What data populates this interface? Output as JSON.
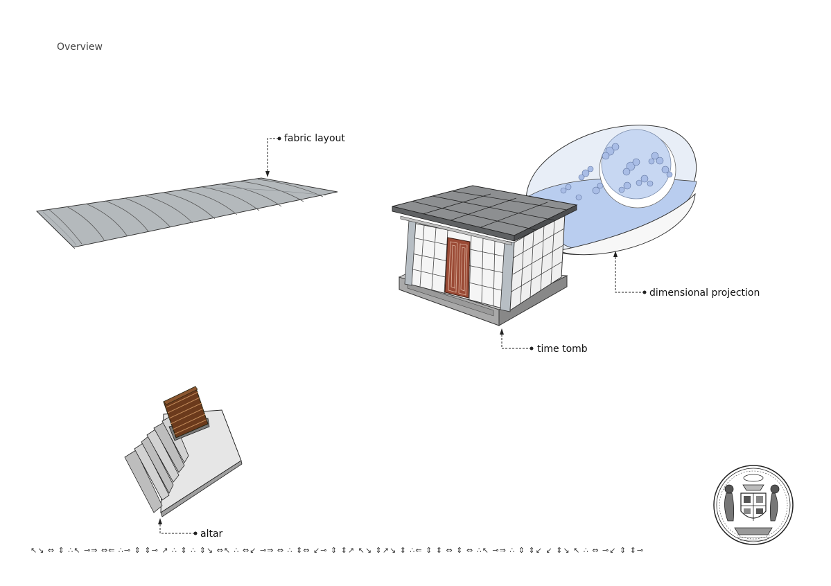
{
  "page": {
    "title": "Overview"
  },
  "labels": {
    "fabric_layout": "fabric layout",
    "dimensional_projection": "dimensional projection",
    "time_tomb": "time tomb",
    "altar": "altar"
  },
  "footer": {
    "ornament": "↖↘ ⇔ ⇕ ∴↖ ⊸⇒ ⇔⇐ ∴⊸ ⇕ ⇕⊸ ↗ ∴ ⇕ ∴ ⇕↘ ⇔↖ ∴ ⇔↙ ⊸⇒ ⇔ ∴ ⇕⇔ ↙⊸ ⇕ ⇕↗ ↖↘ ⇕↗↘ ⇕ ∴⇐ ⇕ ⇕ ⇔ ⇕ ⇔ ∴↖ ⊸⇒ ∴ ⇕ ⇕↙ ↙ ⇕↘ ↖ ∴ ⇔ ⊸↙ ⇕ ⇕⊸"
  },
  "colors": {
    "fabric_fill": "#b4b9bc",
    "roof": "#8d8f91",
    "wall": "#f4f4f4",
    "door": "#9a4a35",
    "bubble": "#cfe0f6",
    "wood": "#6b3a1c"
  }
}
